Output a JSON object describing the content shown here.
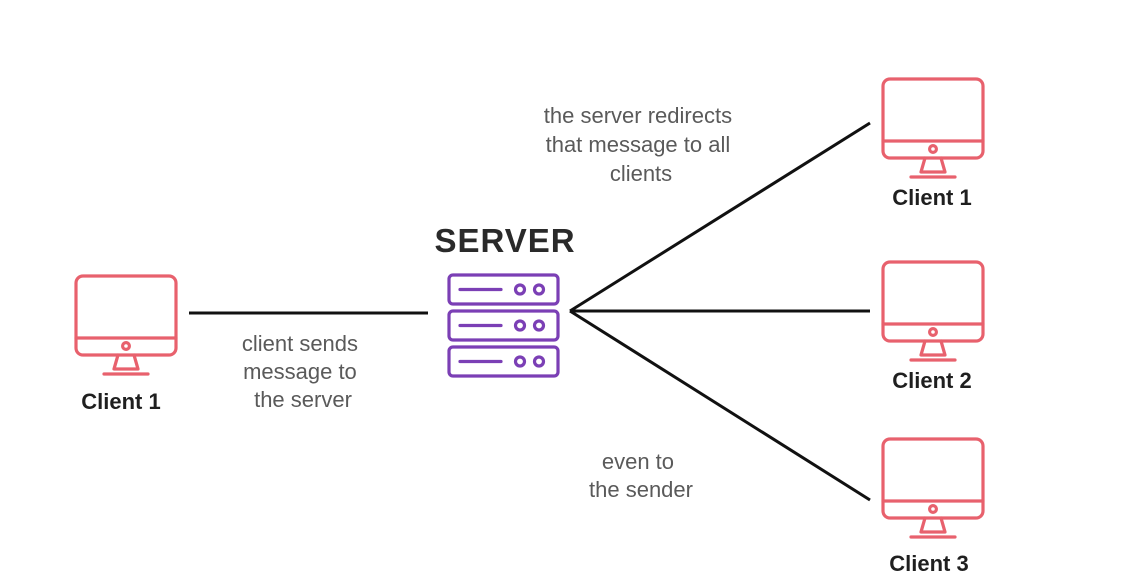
{
  "server": {
    "title": "SERVER",
    "icon": "server-rack-icon",
    "color": "#7b3fb5"
  },
  "sender": {
    "label": "Client 1",
    "icon": "monitor-icon",
    "color": "#e8616d"
  },
  "receivers": [
    {
      "label": "Client 1",
      "icon": "monitor-icon",
      "color": "#e8616d"
    },
    {
      "label": "Client 2",
      "icon": "monitor-icon",
      "color": "#e8616d"
    },
    {
      "label": "Client 3",
      "icon": "monitor-icon",
      "color": "#e8616d"
    }
  ],
  "notes": {
    "send": [
      "client sends",
      "message to",
      "the server"
    ],
    "redirect": [
      "the server redirects",
      "that message to all",
      "clients"
    ],
    "even": [
      "even to",
      "the sender"
    ]
  }
}
